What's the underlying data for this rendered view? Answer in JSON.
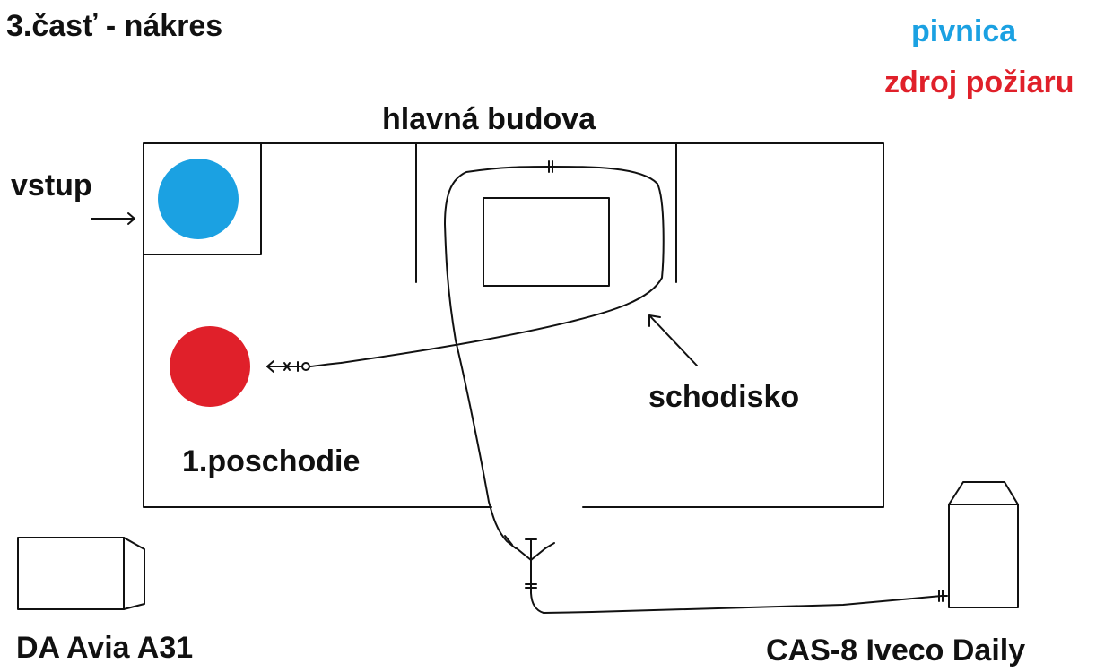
{
  "title": "3.časť - nákres",
  "legend": {
    "basement": {
      "label": "pivnica",
      "color": "#1ba1e2"
    },
    "fire_source": {
      "label": "zdroj požiaru",
      "color": "#e0202a"
    }
  },
  "labels": {
    "main_building": "hlavná budova",
    "entrance": "vstup",
    "staircase": "schodisko",
    "first_floor": "1.poschodie"
  },
  "vehicles": {
    "left": "DA Avia A31",
    "right": "CAS-8 Iveco Daily"
  },
  "colors": {
    "stroke": "#111111",
    "basement_marker": "#1ba1e2",
    "fire_marker": "#e0202a"
  }
}
